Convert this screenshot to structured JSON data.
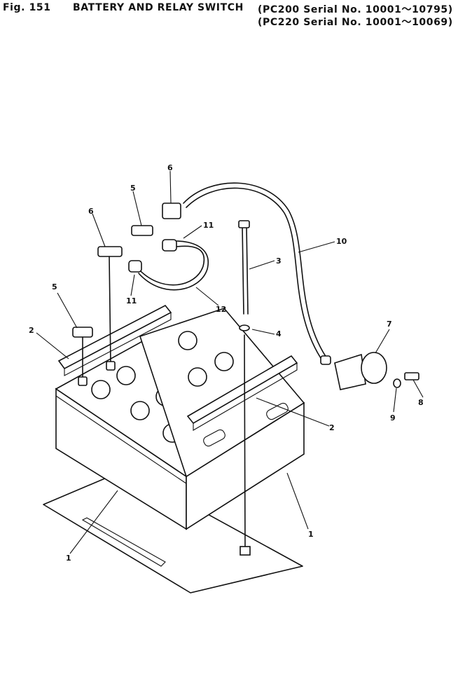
{
  "header": {
    "fig": "Fig. 151",
    "title": "BATTERY AND RELAY SWITCH",
    "serial_1": "(PC200 Serial No. 10001～10795)",
    "serial_2": "(PC220 Serial No. 10001～10069)"
  },
  "callouts": {
    "c1a": "1",
    "c1b": "1",
    "c2a": "2",
    "c2b": "2",
    "c3": "3",
    "c4": "4",
    "c5a": "5",
    "c5b": "5",
    "c6a": "6",
    "c6b": "6",
    "c7": "7",
    "c8": "8",
    "c9": "9",
    "c10": "10",
    "c11a": "11",
    "c11b": "11",
    "c12": "12"
  }
}
